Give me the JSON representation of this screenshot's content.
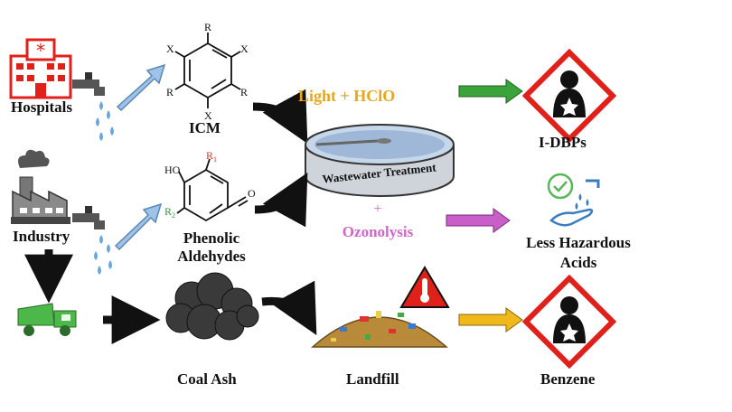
{
  "labels": {
    "hospitals": "Hospitals",
    "icm": "ICM",
    "industry": "Industry",
    "phenolic_line1": "Phenolic",
    "phenolic_line2": "Aldehydes",
    "coal_ash": "Coal Ash",
    "landfill": "Landfill",
    "benzene": "Benzene",
    "idbps": "I-DBPs",
    "less_hazardous_line1": "Less Hazardous",
    "less_hazardous_line2": "Acids",
    "wastewater_treatment": "Wastewater Treatment",
    "light": "Light",
    "plus1": "+",
    "hclo": "HClO",
    "plus2": "+",
    "ozonolysis": "Ozonolysis"
  },
  "chem": {
    "icm_sub": {
      "r": "R",
      "x": "X"
    },
    "aldehyde_sub": {
      "ho": "HO",
      "r1": "R",
      "r1_sub": "1",
      "r2": "R",
      "r2_sub": "2",
      "o": "O"
    }
  },
  "colors": {
    "light_hclo": "#e6a817",
    "ozonolysis": "#d066c8",
    "arrow_green": "#3aa33a",
    "arrow_purple": "#c85fc8",
    "arrow_yellow": "#f0b81a",
    "arrow_blue": "#9ec3e6",
    "hazard_red": "#e0201b",
    "r1_red": "#d9342b",
    "r2_green": "#2e9a3a",
    "truck_green": "#4cb84a"
  }
}
